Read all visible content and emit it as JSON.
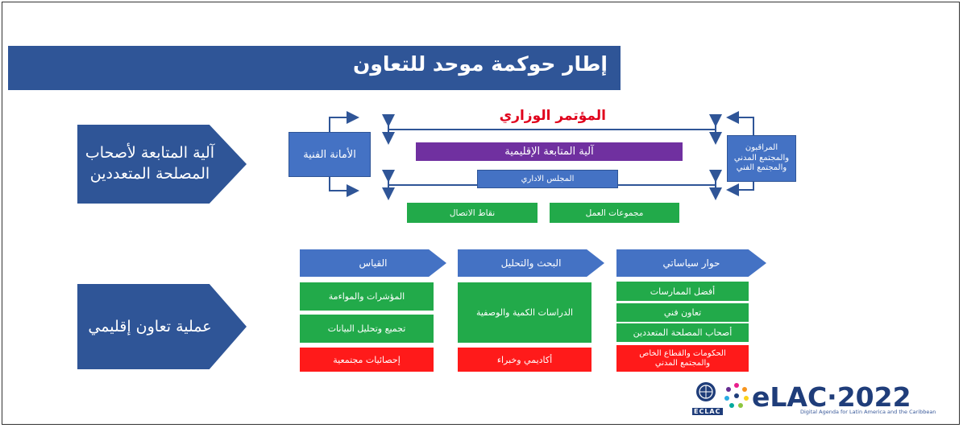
{
  "title": "إطار حوكمة موحد للتعاون",
  "left_labels": {
    "governance": "آلية المتابعة لأصحاب المصلحة المتعددين",
    "process": "عملية تعاون إقليمي"
  },
  "governance": {
    "ministerial": "المؤتمر الوزاري",
    "technical_secretariat": "الأمانة الفنية",
    "regional_follow_up": "آلية المتابعة الإقليمية",
    "observers": [
      "المراقبون",
      "والمجتمع المدني",
      "والمجتمع الفني"
    ],
    "executive_board": "المجلس الاداري",
    "focal_points": "نقاط الاتصال",
    "working_groups": "مجموعات العمل"
  },
  "columns": [
    {
      "header": "القياس",
      "items": [
        "المؤشرات والمواءمة",
        "تجميع وتحليل البيانات"
      ],
      "red": "إحصائيات مجتمعية"
    },
    {
      "header": "البحث والتحليل",
      "items": [
        "الدراسات الكمية والوصفية"
      ],
      "red": "أكاديمي وخبراء"
    },
    {
      "header": "حوار سياساتي",
      "items": [
        "أفضل الممارسات",
        "تعاون فني",
        "أصحاب المصلحة المتعددين"
      ],
      "red": [
        "الحكومات والقطاع الخاص",
        "والمجتمع المدني"
      ]
    }
  ],
  "logos": {
    "eclac": "ECLAC",
    "elac": "eLAC·2022",
    "elac_sub": "Digital Agenda for Latin America and the Caribbean"
  },
  "colors": {
    "dark_blue": "#2f5597",
    "blue": "#4472c4",
    "purple": "#7030a0",
    "green": "#22aa4a",
    "red": "#ff1a1a",
    "minister_red": "#e0001b"
  }
}
